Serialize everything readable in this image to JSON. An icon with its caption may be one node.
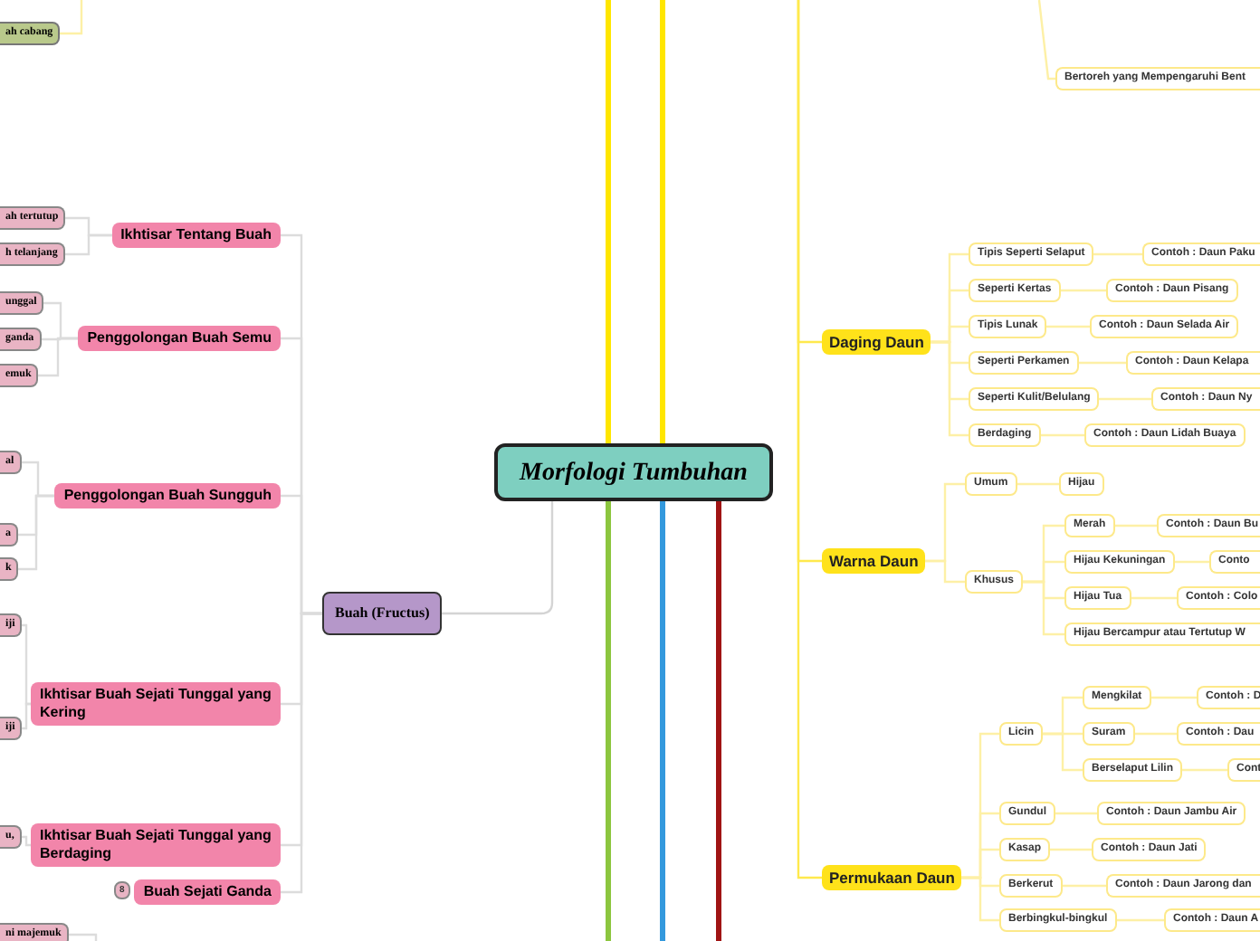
{
  "diagram": {
    "nodes": [
      {
        "text": [
          "Morfologi Tumbuhan"
        ]
      },
      {
        "text": [
          "Buah (Fructus)"
        ]
      },
      {
        "text": [
          "Ikhtisar Tentang Buah"
        ]
      },
      {
        "text": [
          "ah tertutup"
        ]
      },
      {
        "text": [
          "h telanjang"
        ]
      },
      {
        "text": [
          "Penggolongan Buah Semu"
        ]
      },
      {
        "text": [
          "unggal"
        ]
      },
      {
        "text": [
          "ganda"
        ]
      },
      {
        "text": [
          "emuk"
        ]
      },
      {
        "text": [
          "Penggolongan Buah Sungguh"
        ]
      },
      {
        "text": [
          "al"
        ]
      },
      {
        "text": [
          "a"
        ]
      },
      {
        "text": [
          "k"
        ]
      },
      {
        "text": [
          "Ikhtisar Buah Sejati Tunggal yang Kering"
        ]
      },
      {
        "text": [
          "iji"
        ]
      },
      {
        "text": [
          "iji"
        ]
      },
      {
        "text": [
          "Ikhtisar Buah Sejati Tunggal yang Berdaging"
        ]
      },
      {
        "text": [
          "u,"
        ]
      },
      {
        "text": [
          "Buah Sejati Ganda"
        ],
        "beside": [
          "8"
        ]
      },
      {
        "text": [
          "ni majemuk"
        ]
      },
      {
        "text": [
          "ah cabang"
        ]
      },
      {
        "text": [
          "Bertoreh yang Mempengaruhi Bent"
        ]
      },
      {
        "text": [
          "Daging Daun"
        ]
      },
      {
        "text": [
          "Tipis Seperti Selaput"
        ]
      },
      {
        "text": [
          "Contoh : Daun Paku"
        ]
      },
      {
        "text": [
          "Seperti Kertas"
        ]
      },
      {
        "text": [
          "Contoh : Daun Pisang"
        ]
      },
      {
        "text": [
          "Tipis Lunak"
        ]
      },
      {
        "text": [
          "Contoh : Daun Selada Air"
        ]
      },
      {
        "text": [
          "Seperti Perkamen"
        ]
      },
      {
        "text": [
          "Contoh : Daun Kelapa"
        ]
      },
      {
        "text": [
          "Seperti Kulit/Belulang"
        ]
      },
      {
        "text": [
          "Contoh : Daun Ny"
        ]
      },
      {
        "text": [
          "Berdaging"
        ]
      },
      {
        "text": [
          "Contoh : Daun Lidah Buaya"
        ]
      },
      {
        "text": [
          "Warna Daun"
        ]
      },
      {
        "text": [
          "Umum"
        ]
      },
      {
        "text": [
          "Hijau"
        ]
      },
      {
        "text": [
          "Khusus"
        ]
      },
      {
        "text": [
          "Merah"
        ]
      },
      {
        "text": [
          "Contoh : Daun Bu"
        ]
      },
      {
        "text": [
          "Hijau Kekuningan"
        ]
      },
      {
        "text": [
          "Conto"
        ]
      },
      {
        "text": [
          "Hijau Tua"
        ]
      },
      {
        "text": [
          "Contoh : Colo"
        ]
      },
      {
        "text": [
          "Hijau Bercampur atau Tertutup W"
        ]
      },
      {
        "text": [
          "Permukaan Daun"
        ]
      },
      {
        "text": [
          "Licin"
        ]
      },
      {
        "text": [
          "Mengkilat"
        ]
      },
      {
        "text": [
          "Contoh : D"
        ]
      },
      {
        "text": [
          "Suram"
        ]
      },
      {
        "text": [
          "Contoh : Dau"
        ]
      },
      {
        "text": [
          "Berselaput Lilin"
        ]
      },
      {
        "text": [
          "Cont"
        ]
      },
      {
        "text": [
          "Gundul"
        ]
      },
      {
        "text": [
          "Contoh : Daun Jambu Air"
        ]
      },
      {
        "text": [
          "Kasap"
        ]
      },
      {
        "text": [
          "Contoh : Daun Jati"
        ]
      },
      {
        "text": [
          "Berkerut"
        ]
      },
      {
        "text": [
          "Contoh : Daun Jarong dan"
        ]
      },
      {
        "text": [
          "Berbingkul-bingkul"
        ]
      },
      {
        "text": [
          "Contoh : Daun A"
        ]
      }
    ],
    "edges": [
      {
        "from": 0,
        "to": 1,
        "arrow": "none",
        "color": "#d4d4d4"
      },
      {
        "from": 1,
        "to": 2,
        "arrow": "none",
        "color": "#dcdcdc"
      },
      {
        "from": 1,
        "to": 5,
        "arrow": "none",
        "color": "#dcdcdc"
      },
      {
        "from": 1,
        "to": 9,
        "arrow": "none",
        "color": "#dcdcdc"
      },
      {
        "from": 1,
        "to": 13,
        "arrow": "none",
        "color": "#dcdcdc"
      },
      {
        "from": 1,
        "to": 16,
        "arrow": "none",
        "color": "#dcdcdc"
      },
      {
        "from": 1,
        "to": 18,
        "arrow": "none",
        "color": "#dcdcdc"
      },
      {
        "from": 2,
        "to": 3,
        "arrow": "none",
        "color": "#dcdcdc"
      },
      {
        "from": 2,
        "to": 4,
        "arrow": "none",
        "color": "#dcdcdc"
      },
      {
        "from": 5,
        "to": 6,
        "arrow": "none",
        "color": "#dcdcdc"
      },
      {
        "from": 5,
        "to": 7,
        "arrow": "none",
        "color": "#dcdcdc"
      },
      {
        "from": 5,
        "to": 8,
        "arrow": "none",
        "color": "#dcdcdc"
      },
      {
        "from": 9,
        "to": 10,
        "arrow": "none",
        "color": "#dcdcdc"
      },
      {
        "from": 9,
        "to": 11,
        "arrow": "none",
        "color": "#dcdcdc"
      },
      {
        "from": 9,
        "to": 12,
        "arrow": "none",
        "color": "#dcdcdc"
      },
      {
        "from": 13,
        "to": 14,
        "arrow": "none",
        "color": "#dcdcdc"
      },
      {
        "from": 13,
        "to": 15,
        "arrow": "none",
        "color": "#dcdcdc"
      },
      {
        "from": 16,
        "to": 17,
        "arrow": "none",
        "color": "#dcdcdc"
      },
      {
        "from": 22,
        "to": 23,
        "arrow": "none"
      },
      {
        "from": 23,
        "to": 24,
        "arrow": "none"
      },
      {
        "from": 22,
        "to": 25,
        "arrow": "none"
      },
      {
        "from": 25,
        "to": 26,
        "arrow": "none"
      },
      {
        "from": 22,
        "to": 27,
        "arrow": "none"
      },
      {
        "from": 27,
        "to": 28,
        "arrow": "none"
      },
      {
        "from": 22,
        "to": 29,
        "arrow": "none"
      },
      {
        "from": 29,
        "to": 30,
        "arrow": "none"
      },
      {
        "from": 22,
        "to": 31,
        "arrow": "none"
      },
      {
        "from": 31,
        "to": 32,
        "arrow": "none"
      },
      {
        "from": 22,
        "to": 33,
        "arrow": "none"
      },
      {
        "from": 33,
        "to": 34,
        "arrow": "none"
      },
      {
        "from": 35,
        "to": 36,
        "arrow": "none"
      },
      {
        "from": 36,
        "to": 37,
        "arrow": "none"
      },
      {
        "from": 35,
        "to": 38,
        "arrow": "none"
      },
      {
        "from": 38,
        "to": 39,
        "arrow": "none"
      },
      {
        "from": 39,
        "to": 40,
        "arrow": "none"
      },
      {
        "from": 38,
        "to": 41,
        "arrow": "none"
      },
      {
        "from": 41,
        "to": 42,
        "arrow": "none"
      },
      {
        "from": 38,
        "to": 43,
        "arrow": "none"
      },
      {
        "from": 43,
        "to": 44,
        "arrow": "none"
      },
      {
        "from": 38,
        "to": 45,
        "arrow": "none"
      },
      {
        "from": 46,
        "to": 47,
        "arrow": "none"
      },
      {
        "from": 47,
        "to": 48,
        "arrow": "none"
      },
      {
        "from": 48,
        "to": 49,
        "arrow": "none"
      },
      {
        "from": 47,
        "to": 50,
        "arrow": "none"
      },
      {
        "from": 50,
        "to": 51,
        "arrow": "none"
      },
      {
        "from": 47,
        "to": 52,
        "arrow": "none"
      },
      {
        "from": 52,
        "to": 53,
        "arrow": "none"
      },
      {
        "from": 46,
        "to": 54,
        "arrow": "none"
      },
      {
        "from": 54,
        "to": 55,
        "arrow": "none"
      },
      {
        "from": 46,
        "to": 56,
        "arrow": "none"
      },
      {
        "from": 56,
        "to": 57,
        "arrow": "none"
      },
      {
        "from": 46,
        "to": 58,
        "arrow": "none"
      },
      {
        "from": 58,
        "to": 59,
        "arrow": "none"
      },
      {
        "from": 46,
        "to": 60,
        "arrow": "none"
      },
      {
        "from": 60,
        "to": 61,
        "arrow": "none"
      },
      {
        "from": 0,
        "to": null,
        "arrow": "none",
        "style": "thick",
        "color": "#ffe600"
      },
      {
        "from": 0,
        "to": null,
        "arrow": "none",
        "style": "thick",
        "color": "#ffe600"
      },
      {
        "from": 0,
        "to": null,
        "arrow": "none",
        "style": "thick",
        "color": "#8cc63f"
      },
      {
        "from": 0,
        "to": null,
        "arrow": "none",
        "style": "thick",
        "color": "#3399dd"
      },
      {
        "from": 0,
        "to": null,
        "arrow": "none",
        "style": "thick",
        "color": "#a01414"
      },
      {
        "from": null,
        "to": 22,
        "arrow": "none",
        "color": "#ffe94d"
      },
      {
        "from": null,
        "to": 35,
        "arrow": "none",
        "color": "#ffe94d"
      },
      {
        "from": null,
        "to": 46,
        "arrow": "none",
        "color": "#ffe94d"
      },
      {
        "from": null,
        "to": 21,
        "arrow": "none"
      },
      {
        "from": null,
        "to": 20,
        "arrow": "none"
      },
      {
        "from": null,
        "to": 19,
        "arrow": "none",
        "color": "#dcdcdc"
      }
    ]
  }
}
